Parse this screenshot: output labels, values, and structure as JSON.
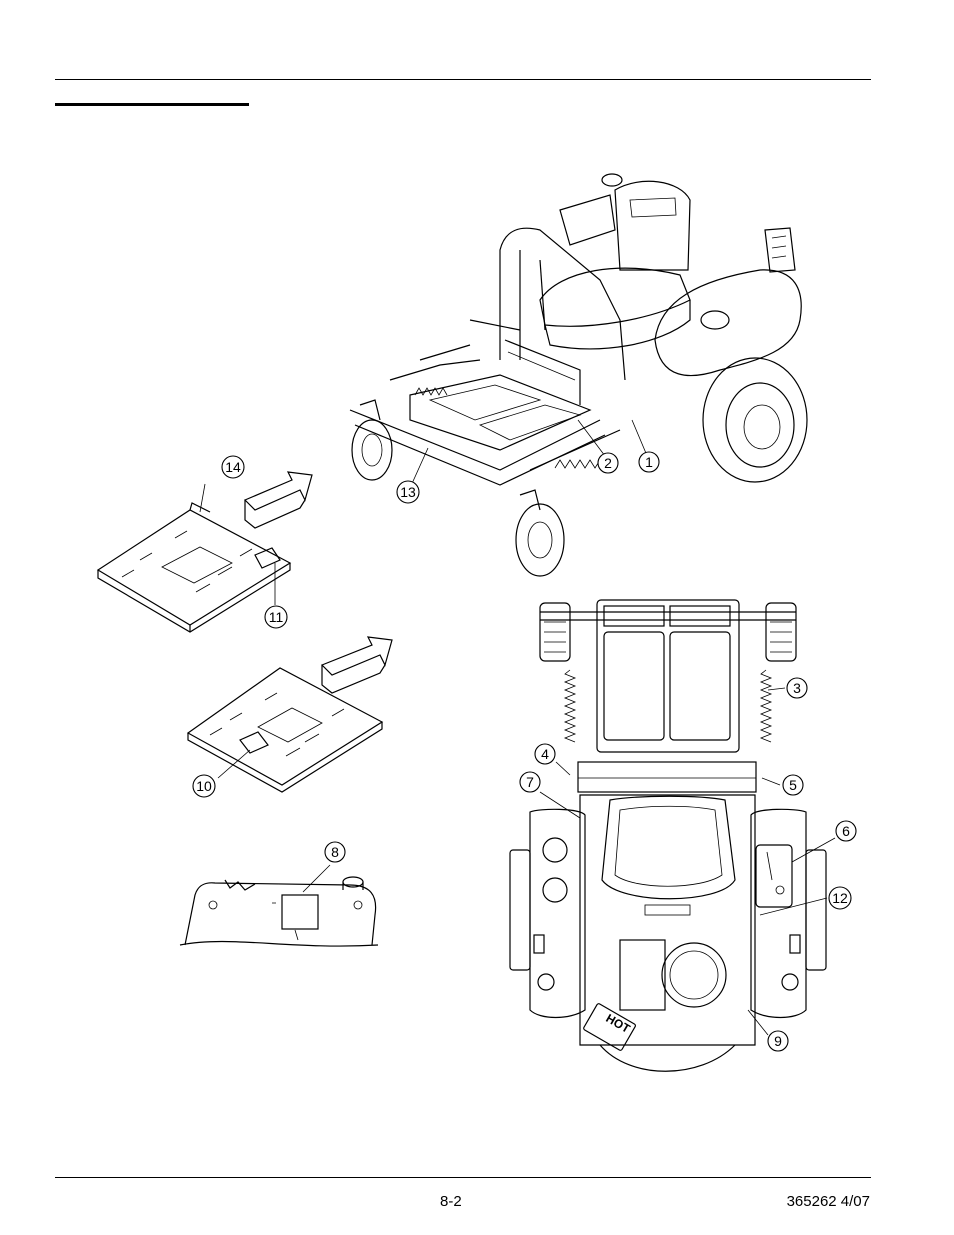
{
  "footer": {
    "page_number": "8-2",
    "doc_id": "365262 4/07"
  },
  "callouts": [
    {
      "id": "c1",
      "label": "1"
    },
    {
      "id": "c2",
      "label": "2"
    },
    {
      "id": "c3",
      "label": "3"
    },
    {
      "id": "c4",
      "label": "4"
    },
    {
      "id": "c5",
      "label": "5"
    },
    {
      "id": "c6",
      "label": "6"
    },
    {
      "id": "c7",
      "label": "7"
    },
    {
      "id": "c8",
      "label": "8"
    },
    {
      "id": "c9",
      "label": "9"
    },
    {
      "id": "c10",
      "label": "10"
    },
    {
      "id": "c11",
      "label": "11"
    },
    {
      "id": "c12",
      "label": "12"
    },
    {
      "id": "c13",
      "label": "13"
    },
    {
      "id": "c14",
      "label": "14"
    }
  ],
  "decals": {
    "hot_label": "HOT"
  }
}
